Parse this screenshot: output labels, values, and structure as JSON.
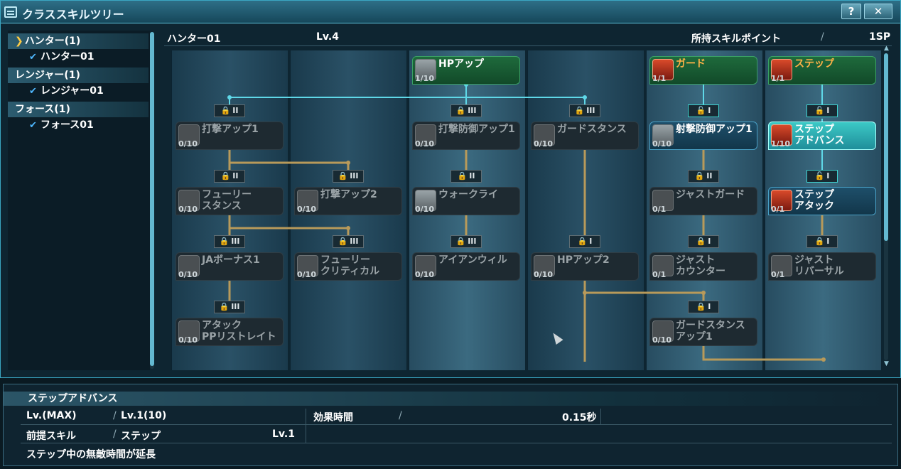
{
  "window": {
    "title": "クラススキルツリー",
    "help": "?",
    "close": "✕"
  },
  "sidebar": {
    "groups": [
      {
        "label": "ハンター(1)",
        "item": "ハンター01"
      },
      {
        "label": "レンジャー(1)",
        "item": "レンジャー01"
      },
      {
        "label": "フォース(1)",
        "item": "フォース01"
      }
    ]
  },
  "header": {
    "tree_name": "ハンター01",
    "level": "Lv.4",
    "sp_label": "所持スキルポイント",
    "sep": "/",
    "sp_value": "1SP"
  },
  "nodes": {
    "hp_up": {
      "name": "HPアップ",
      "lv": "1/10"
    },
    "guard": {
      "name": "ガード",
      "lv": "1/1"
    },
    "step": {
      "name": "ステップ",
      "lv": "1/1"
    },
    "dageki1": {
      "name": "打撃アップ1",
      "lv": "0/10"
    },
    "dageki_def1": {
      "name": "打撃防御アップ1",
      "lv": "0/10"
    },
    "guard_stance": {
      "name": "ガードスタンス",
      "lv": "0/10"
    },
    "shageki_def1": {
      "name": "射撃防御アップ1",
      "lv": "0/10"
    },
    "step_adv": {
      "name1": "ステップ",
      "name2": "アドバンス",
      "lv": "1/10"
    },
    "fury": {
      "name1": "フューリー",
      "name2": "スタンス",
      "lv": "0/10"
    },
    "dageki2": {
      "name": "打撃アップ2",
      "lv": "0/10"
    },
    "war_cry": {
      "name": "ウォークライ",
      "lv": "0/10"
    },
    "just_guard": {
      "name": "ジャストガード",
      "lv": "0/1"
    },
    "step_atk": {
      "name1": "ステップ",
      "name2": "アタック",
      "lv": "0/1"
    },
    "ja_bonus": {
      "name": "JAボーナス1",
      "lv": "0/10"
    },
    "fury_crit": {
      "name1": "フューリー",
      "name2": "クリティカル",
      "lv": "0/10"
    },
    "iron_will": {
      "name": "アイアンウィル",
      "lv": "0/10"
    },
    "hp_up2": {
      "name": "HPアップ2",
      "lv": "0/10"
    },
    "just_counter": {
      "name1": "ジャスト",
      "name2": "カウンター",
      "lv": "0/1"
    },
    "just_reversal": {
      "name1": "ジャスト",
      "name2": "リバーサル",
      "lv": "0/1"
    },
    "attack_pp": {
      "name1": "アタック",
      "name2": "PPリストレイト",
      "lv": "0/10"
    },
    "guard_stance_up": {
      "name1": "ガードスタンス",
      "name2": "アップ1",
      "lv": "0/10"
    }
  },
  "badges": {
    "b1": "II",
    "b2": "III",
    "b3": "III",
    "b4": "I",
    "b5": "I",
    "r2a": "II",
    "r2b": "III",
    "r2c": "II",
    "r2d": "II",
    "r2e": "I",
    "r3a": "III",
    "r3b": "III",
    "r3c": "III",
    "r3d": "I",
    "r3e": "I",
    "r3f": "I",
    "r4a": "III",
    "r4b": "I"
  },
  "info": {
    "skill_name": "ステップアドバンス",
    "lv_label": "Lv.(MAX)",
    "lv_sep": "/",
    "lv_value": "Lv.1(10)",
    "effect_label": "効果時間",
    "effect_sep": "/",
    "effect_value": "0.15秒",
    "prereq_label": "前提スキル",
    "prereq_sep": "/",
    "prereq_value": "ステップ",
    "prereq_lv": "Lv.1",
    "description": "ステップ中の無敵時間が延長"
  },
  "colors": {
    "accent": "#3fd4d1",
    "learned": "#1e6a3c",
    "lock": "#e0a52a",
    "line_gold": "#b89a5a",
    "line_cyan": "#5fd8e8"
  }
}
